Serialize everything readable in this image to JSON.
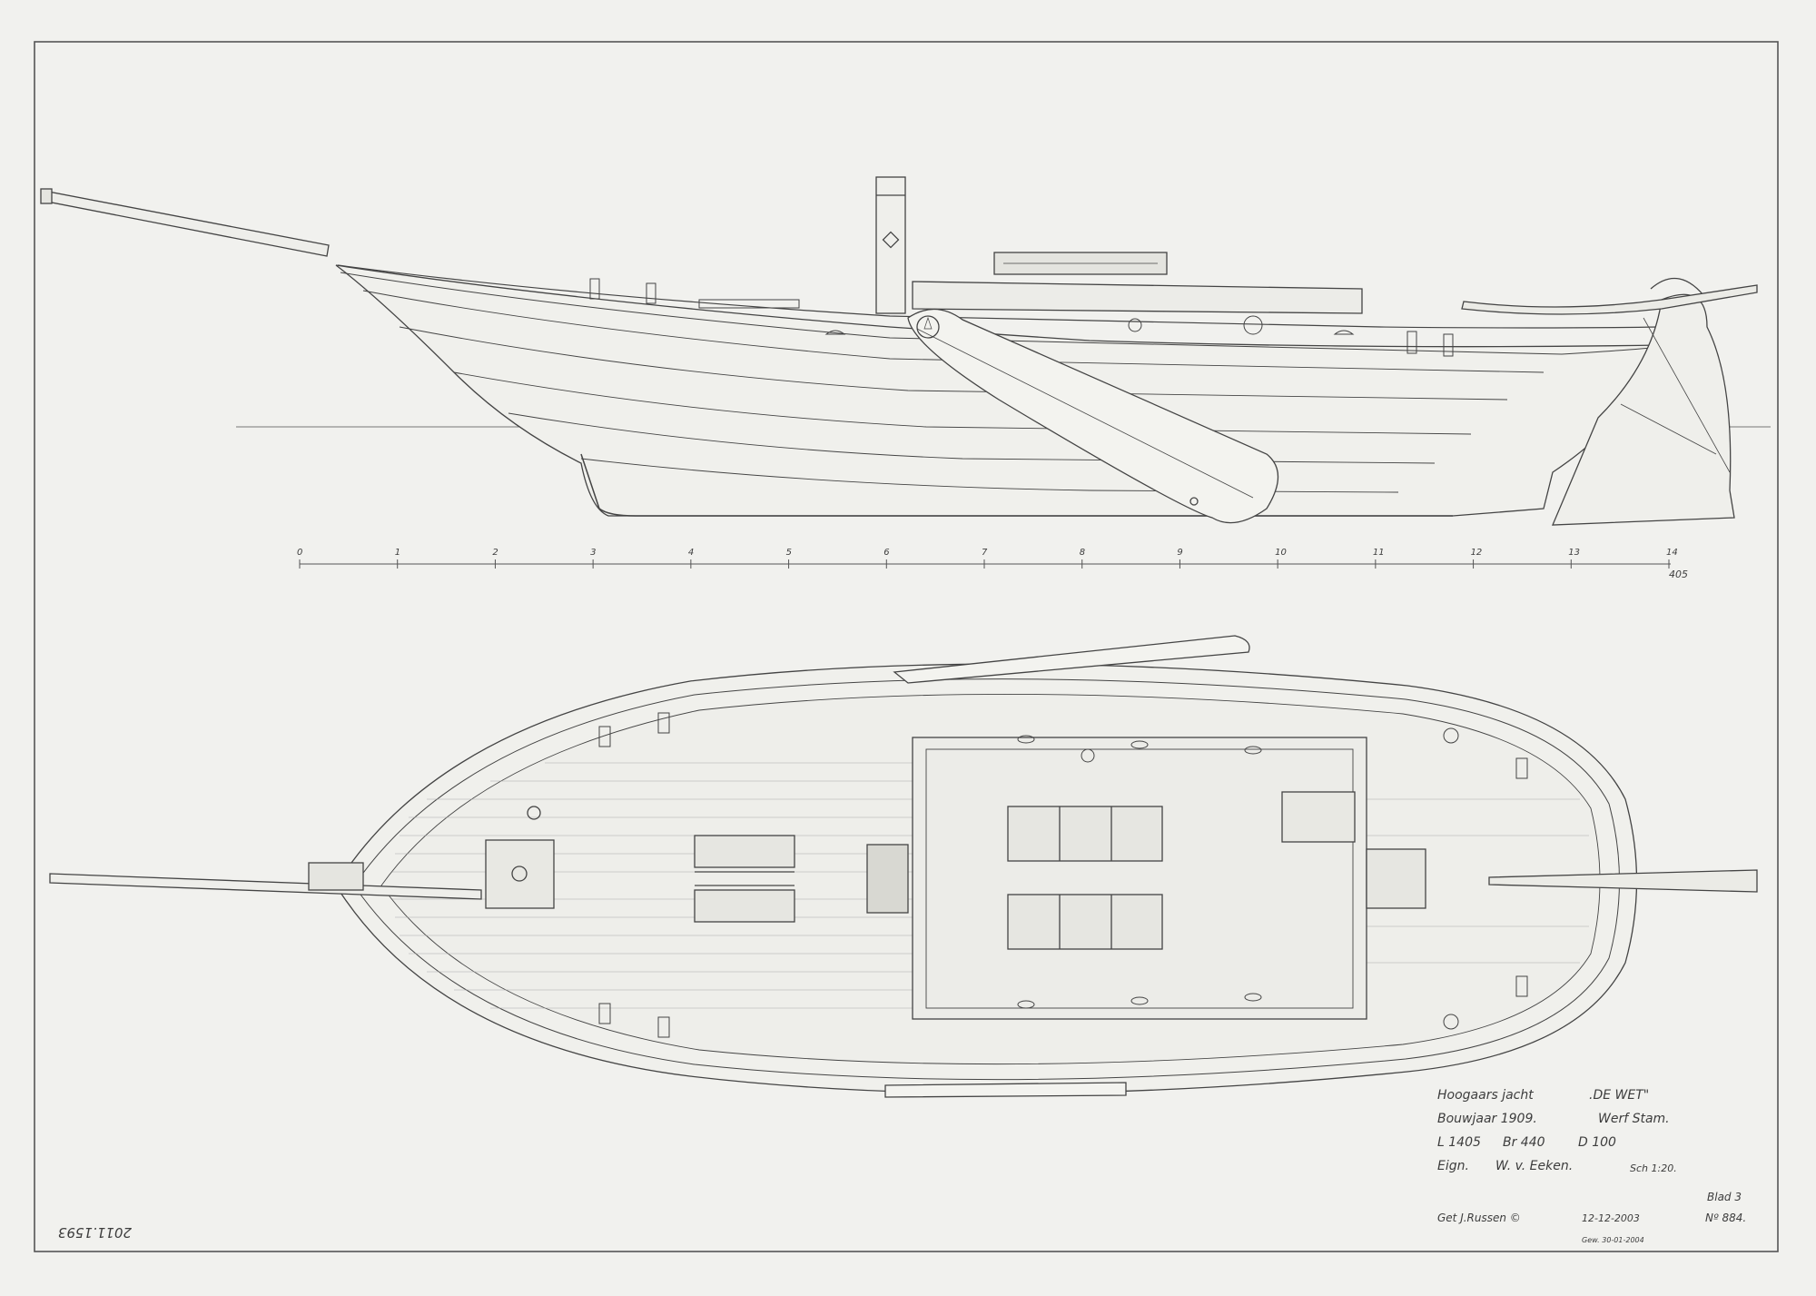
{
  "scale_bar": {
    "ticks": [
      "0",
      "1",
      "2",
      "3",
      "4",
      "5",
      "6",
      "7",
      "8",
      "9",
      "10",
      "11",
      "12",
      "13",
      "14"
    ],
    "end_label": "405"
  },
  "title_block": {
    "name": "Hoogaars jacht",
    "vessel": ".DE WET\"",
    "year": "Bouwjaar 1909.",
    "builder": "Werf Stam.",
    "length": "L 1405",
    "breadth": "Br 440",
    "depth": "D 100",
    "owner": "Eign.",
    "owner_name": "W. v. Eeken.",
    "scale": "Sch 1:20.",
    "sheet": "Blad 3",
    "number": "Nº 884.",
    "drawn_by": "Get J.Russen ©",
    "date": "12-12-2003",
    "revision": "Gew. 30-01-2004"
  },
  "archive_number": "2011.1593"
}
